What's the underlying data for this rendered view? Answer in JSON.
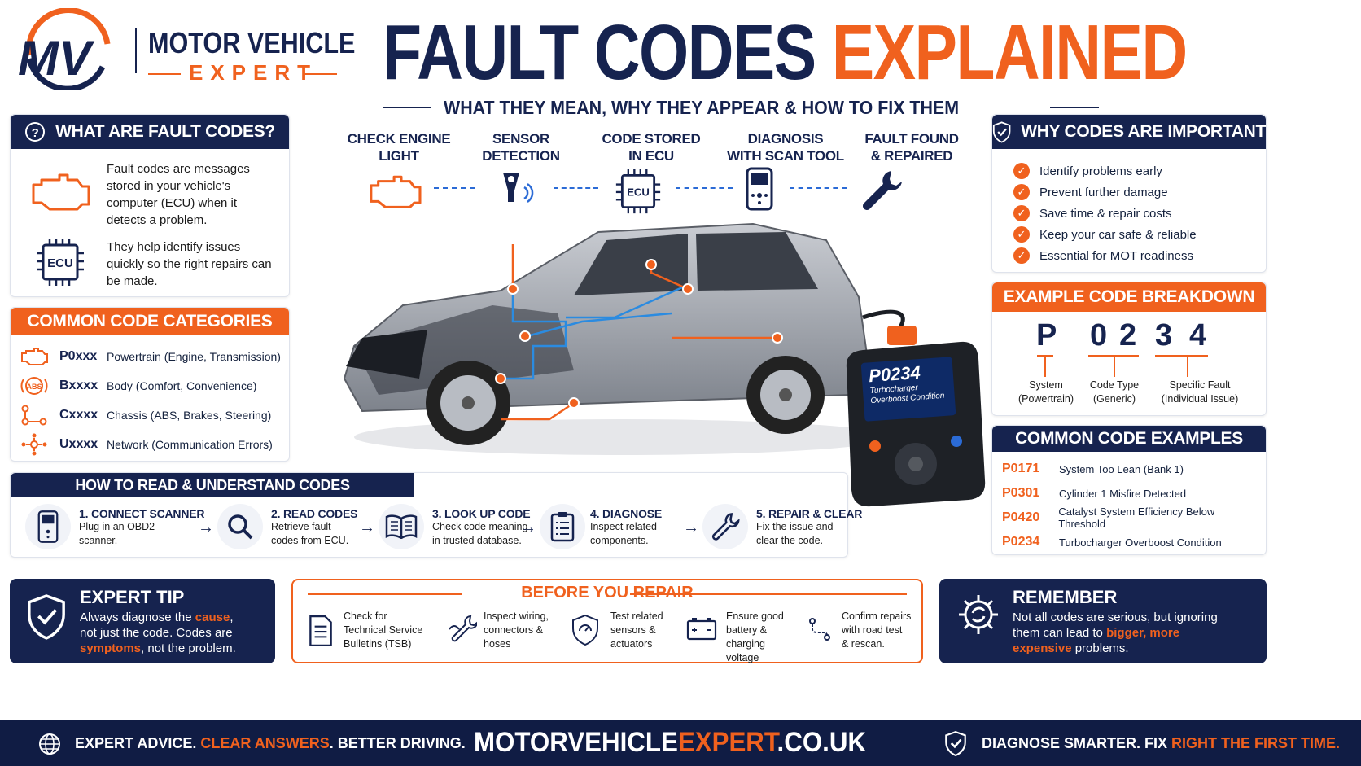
{
  "brand": {
    "line1": "MOTOR VEHICLE",
    "line2": "EXPERT",
    "monogram": "MV"
  },
  "title": {
    "part1": "FAULT CODES",
    "part2": "EXPLAINED"
  },
  "subtitle": "WHAT THEY MEAN, WHY THEY APPEAR & HOW TO FIX THEM",
  "what": {
    "heading": "WHAT ARE FAULT CODES?",
    "para1": "Fault codes are messages stored in your vehicle's computer (ECU) when it detects a problem.",
    "para2": "They help identify issues quickly so the right repairs can be made.",
    "ecu_label": "ECU"
  },
  "categories": {
    "heading": "COMMON CODE CATEGORIES",
    "items": [
      {
        "code": "P0xxx",
        "desc": "Powertrain (Engine, Transmission)"
      },
      {
        "code": "Bxxxx",
        "desc": "Body (Comfort, Convenience)"
      },
      {
        "code": "Cxxxx",
        "desc": "Chassis (ABS, Brakes, Steering)"
      },
      {
        "code": "Uxxxx",
        "desc": "Network (Communication Errors)"
      }
    ],
    "abs_label": "ABS"
  },
  "flow": {
    "steps": [
      {
        "line1": "CHECK ENGINE",
        "line2": "LIGHT"
      },
      {
        "line1": "SENSOR",
        "line2": "DETECTION"
      },
      {
        "line1": "CODE STORED",
        "line2": "IN ECU"
      },
      {
        "line1": "DIAGNOSIS",
        "line2": "WITH SCAN TOOL"
      },
      {
        "line1": "FAULT FOUND",
        "line2": "& REPAIRED"
      }
    ],
    "ecu_label": "ECU"
  },
  "scanner": {
    "code": "P0234",
    "line1": "Turbocharger",
    "line2": "Overboost Condition"
  },
  "why": {
    "heading": "WHY CODES ARE IMPORTANT",
    "items": [
      "Identify problems early",
      "Prevent further damage",
      "Save time & repair costs",
      "Keep your car safe & reliable",
      "Essential for MOT readiness"
    ]
  },
  "breakdown": {
    "heading": "EXAMPLE CODE BREAKDOWN",
    "chars": [
      "P",
      "0",
      "2",
      "3",
      "4"
    ],
    "labels": [
      {
        "line1": "System",
        "line2": "(Powertrain)"
      },
      {
        "line1": "Code Type",
        "line2": "(Generic)"
      },
      {
        "line1": "Specific Fault",
        "line2": "(Individual Issue)"
      }
    ]
  },
  "examples": {
    "heading": "COMMON CODE EXAMPLES",
    "items": [
      {
        "code": "P0171",
        "desc": "System Too Lean (Bank 1)"
      },
      {
        "code": "P0301",
        "desc": "Cylinder 1 Misfire Detected"
      },
      {
        "code": "P0420",
        "desc": "Catalyst System Efficiency Below Threshold"
      },
      {
        "code": "P0234",
        "desc": "Turbocharger Overboost Condition"
      }
    ]
  },
  "howto": {
    "heading": "HOW TO READ & UNDERSTAND CODES",
    "steps": [
      {
        "title": "1. CONNECT SCANNER",
        "l1": "Plug in an OBD2",
        "l2": "scanner."
      },
      {
        "title": "2. READ CODES",
        "l1": "Retrieve fault",
        "l2": "codes from ECU."
      },
      {
        "title": "3. LOOK UP CODE",
        "l1": "Check code meaning",
        "l2": "in trusted database."
      },
      {
        "title": "4. DIAGNOSE",
        "l1": "Inspect related",
        "l2": "components."
      },
      {
        "title": "5. REPAIR & CLEAR",
        "l1": "Fix the issue and",
        "l2": "clear the code."
      }
    ]
  },
  "tip": {
    "heading": "EXPERT TIP",
    "t1": "Always diagnose the ",
    "h1": "cause",
    "t2": ",",
    "t3": "not just the code. Codes are",
    "h2": "symptoms",
    "t4": ", not the problem."
  },
  "before": {
    "heading": "BEFORE YOU REPAIR",
    "items": [
      {
        "l1": "Check for",
        "l2": "Technical Service",
        "l3": "Bulletins (TSB)"
      },
      {
        "l1": "Inspect wiring,",
        "l2": "connectors &",
        "l3": "hoses"
      },
      {
        "l1": "Test related",
        "l2": "sensors &",
        "l3": "actuators"
      },
      {
        "l1": "Ensure good",
        "l2": "battery &",
        "l3": "charging voltage"
      },
      {
        "l1": "Confirm repairs",
        "l2": "with road test",
        "l3": "& rescan."
      }
    ]
  },
  "remember": {
    "heading": "REMEMBER",
    "t1": "Not all codes are serious, but ignoring",
    "t2": "them can lead to ",
    "h1": "bigger, more",
    "h2": "expensive",
    "t3": " problems."
  },
  "footer": {
    "left1": "EXPERT ADVICE. ",
    "left2": "CLEAR ANSWERS",
    "left3": ". BETTER DRIVING.",
    "site1": "MOTORVEHICLE",
    "site2": "EXPERT",
    "site3": ".CO.UK",
    "right1": "DIAGNOSE SMARTER.  FIX ",
    "right2": "RIGHT THE FIRST TIME."
  },
  "colors": {
    "navy": "#16234f",
    "orange": "#f0611e",
    "blue": "#2b6bd6"
  }
}
